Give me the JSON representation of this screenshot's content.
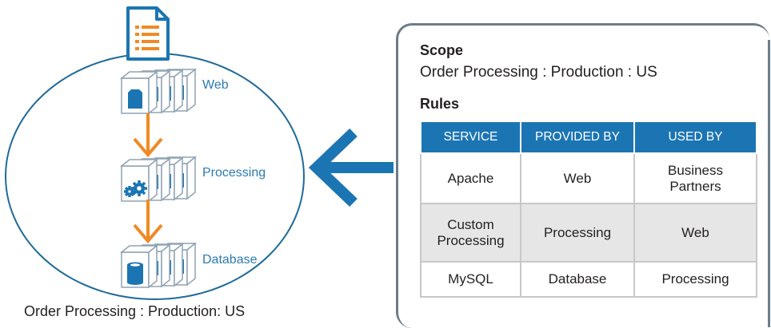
{
  "diagram": {
    "tiers": [
      {
        "label": "Web",
        "icon": "web-server-icon"
      },
      {
        "label": "Processing",
        "icon": "gears-icon"
      },
      {
        "label": "Database",
        "icon": "database-icon"
      }
    ],
    "caption": "Order Processing : Production: US",
    "document_icon": "document-list-icon",
    "colors": {
      "blue": "#1c75b3",
      "orange": "#f08a24",
      "outline": "#1f6b9a",
      "gray": "#6b7d8a"
    }
  },
  "panel": {
    "scope_heading": "Scope",
    "scope_value": "Order Processing : Production : US",
    "rules_heading": "Rules",
    "table": {
      "headers": [
        "SERVICE",
        "PROVIDED BY",
        "USED BY"
      ],
      "rows": [
        [
          "Apache",
          "Web",
          "Business Partners"
        ],
        [
          "Custom Processing",
          "Processing",
          "Web"
        ],
        [
          "MySQL",
          "Database",
          "Processing"
        ]
      ]
    }
  }
}
